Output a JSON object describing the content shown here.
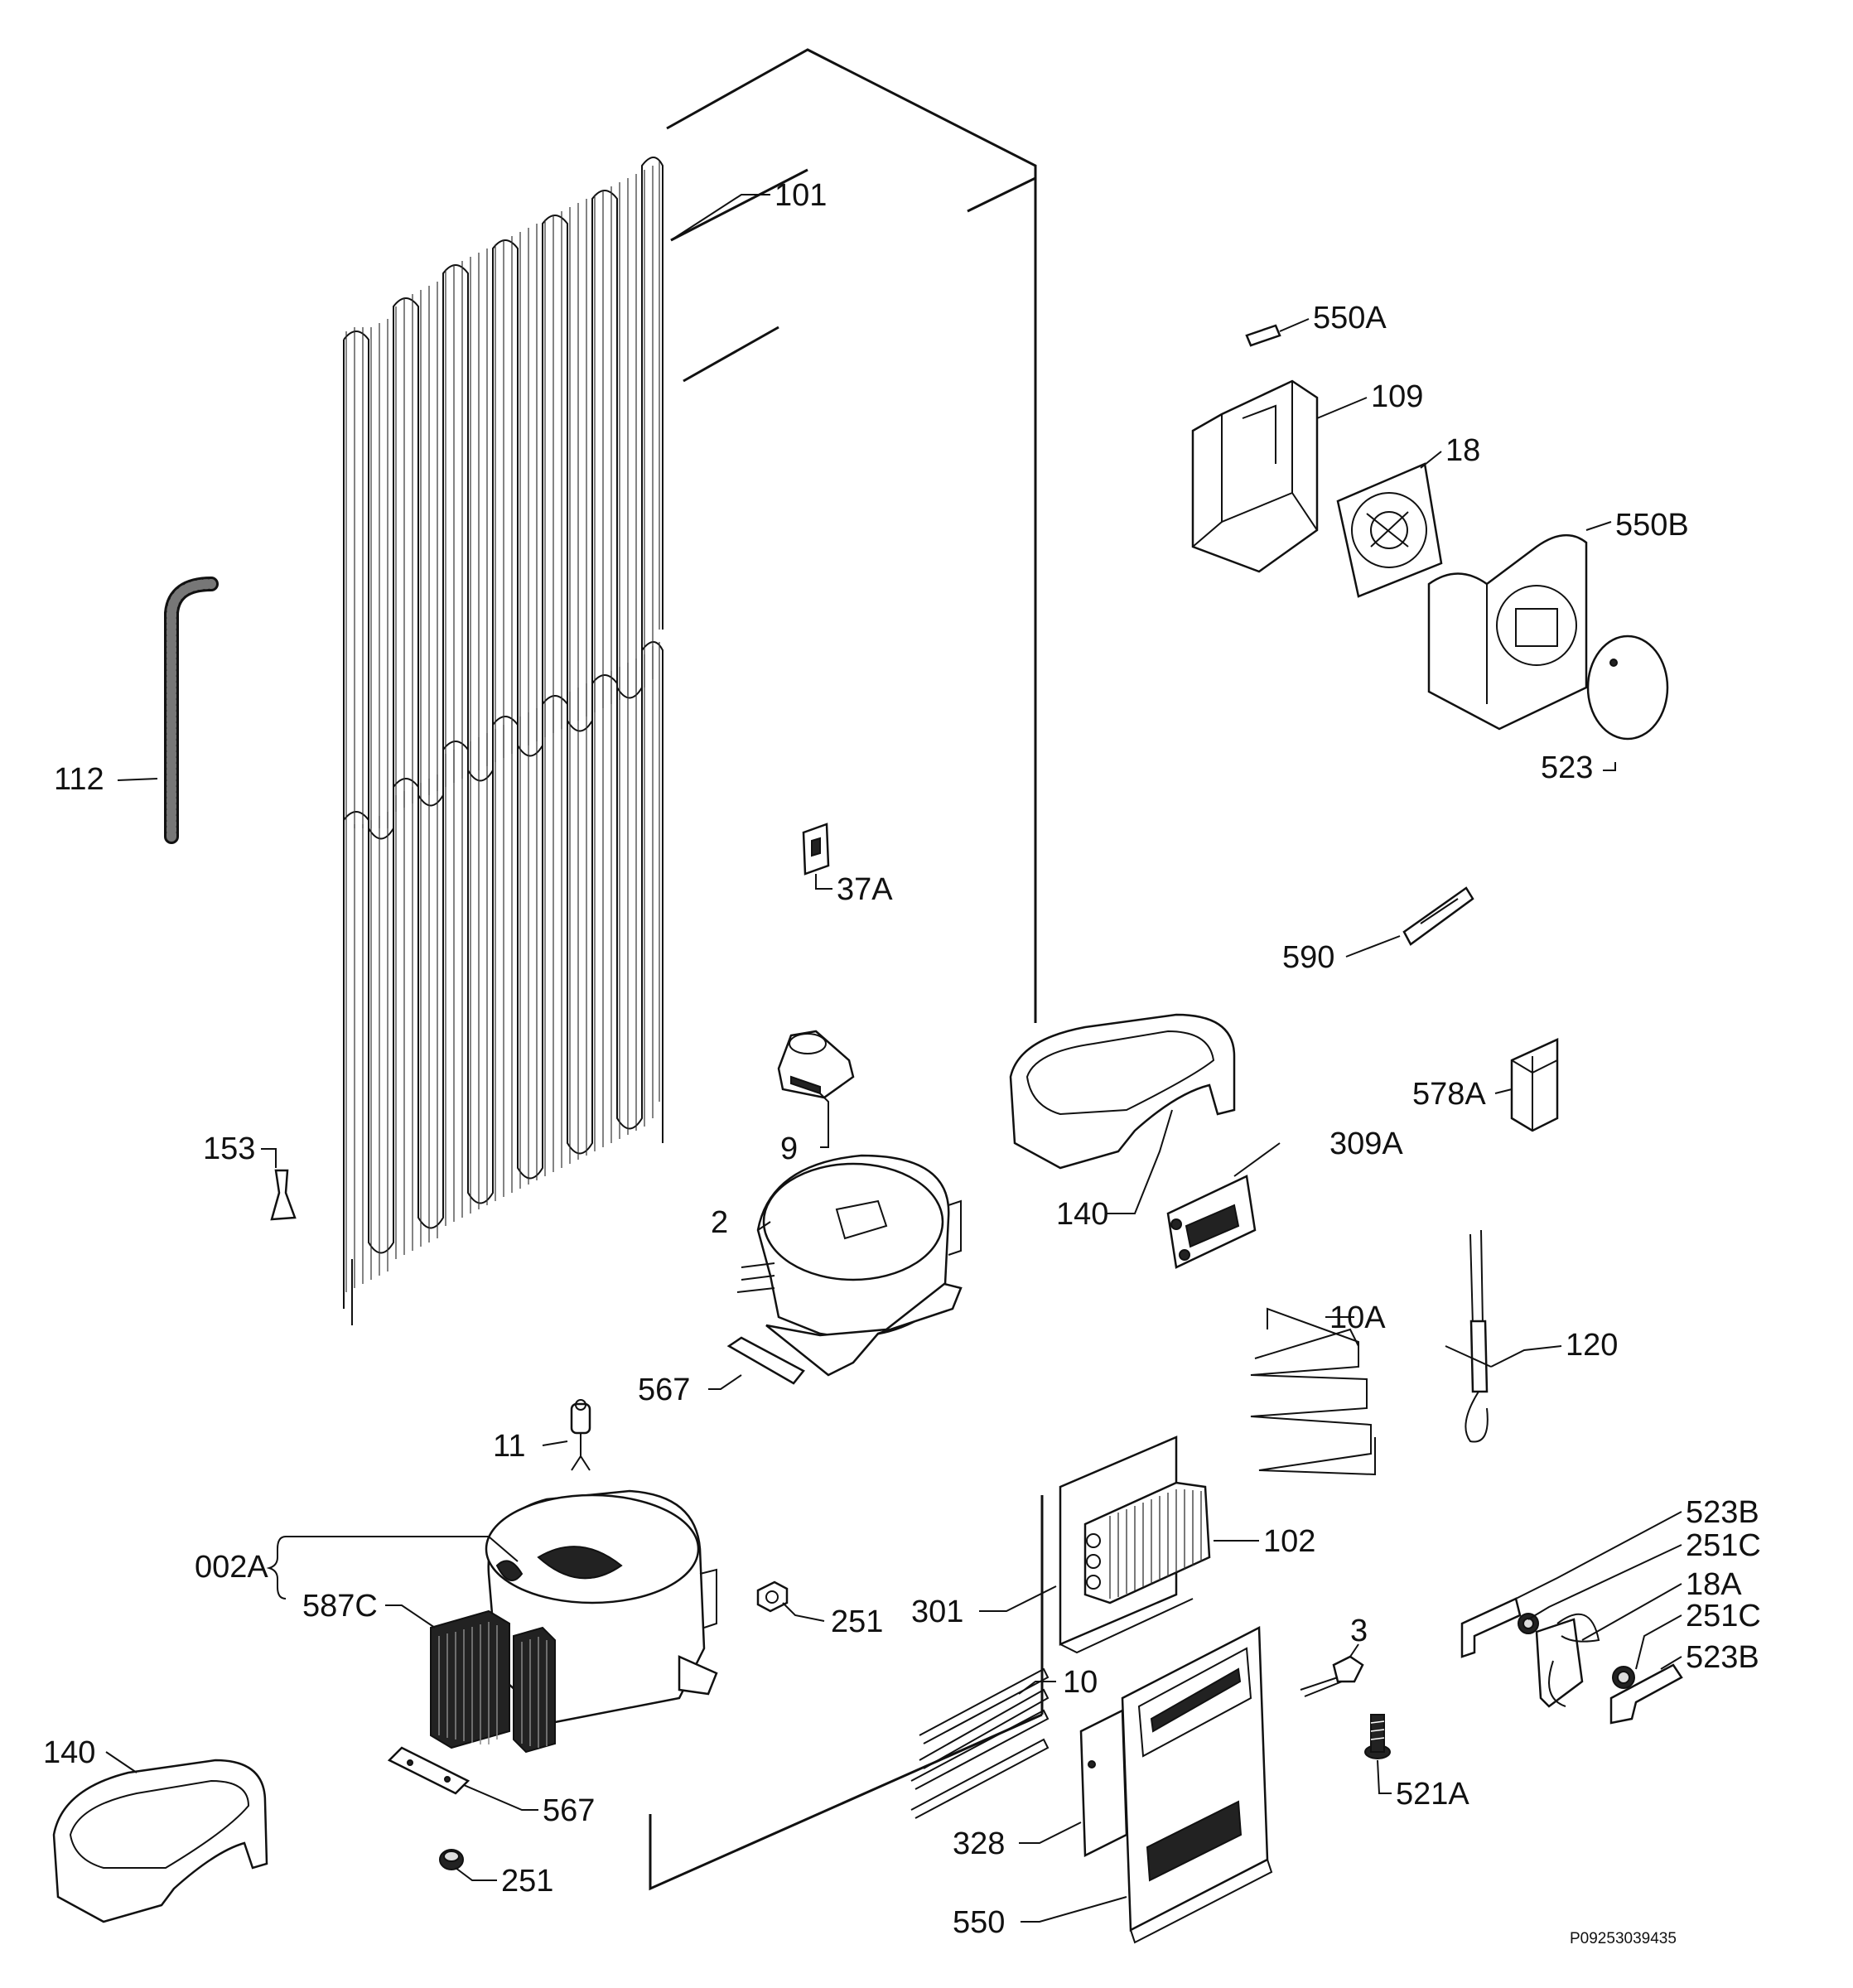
{
  "labels": {
    "l101": "101",
    "l550A": "550A",
    "l109": "109",
    "l18": "18",
    "l550B": "550B",
    "l112": "112",
    "l523": "523",
    "l37A": "37A",
    "l590": "590",
    "l578A": "578A",
    "l9": "9",
    "l153": "153",
    "l309A": "309A",
    "l140a": "140",
    "l2": "2",
    "l10A": "10A",
    "l120": "120",
    "l567a": "567",
    "l11": "11",
    "l523Ba": "523B",
    "l251Ca": "251C",
    "l102": "102",
    "l002A": "002A",
    "l18A": "18A",
    "l251Cb": "251C",
    "l587C": "587C",
    "l251a": "251",
    "l301": "301",
    "l3": "3",
    "l523Bb": "523B",
    "l10": "10",
    "l140b": "140",
    "l521A": "521A",
    "l567b": "567",
    "l328": "328",
    "l251b": "251",
    "l550": "550"
  },
  "reference_code": "P09253039435"
}
